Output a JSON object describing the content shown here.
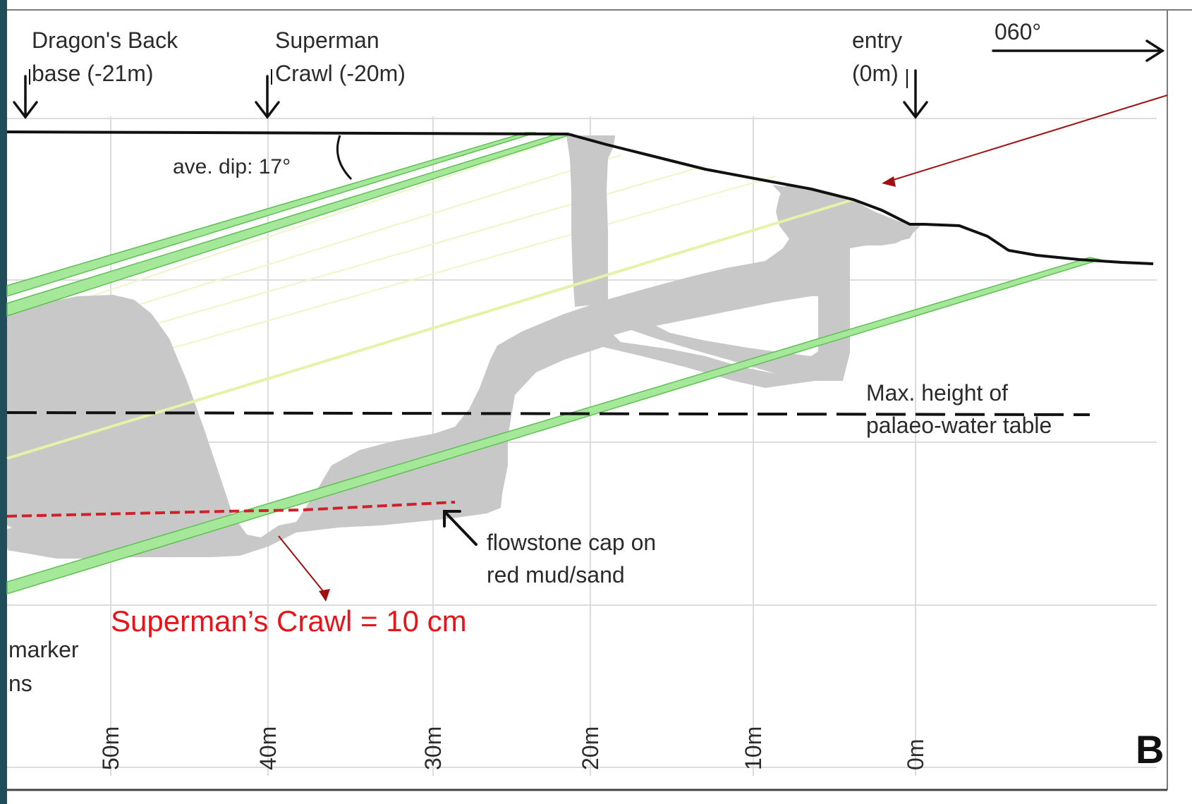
{
  "labels": {
    "dragons_back_line1": "Dragon's Back",
    "dragons_back_line2": "base (-21m)",
    "superman_line1": "Superman",
    "superman_line2": "Crawl (-20m)",
    "entry_line1": "entry",
    "entry_line2": "(0m)",
    "bearing": "060°",
    "dip": "ave. dip: 17°",
    "water_table_line1": "Max. height of",
    "water_table_line2": "palaeo-water table",
    "flowstone_line1": "flowstone cap on",
    "flowstone_line2": "red mud/sand",
    "superman_annotation": "Superman’s Crawl = 10 cm",
    "legend_fragment_line1": "marker",
    "legend_fragment_line2": "ns",
    "panel_letter": "B"
  },
  "scale": {
    "ticks": [
      "50m",
      "40m",
      "30m",
      "20m",
      "10m",
      "0m"
    ]
  },
  "colors": {
    "frame_accent": "#1f4e5a",
    "cave_fill": "#c8c8c8",
    "bed_green": "#a6e89a",
    "bed_green_edge": "#5fbf55",
    "bed_yellow": "#e6f2a8",
    "flowstone_red": "#d0202a",
    "annotation_red": "#e8141a",
    "arrow_darkred": "#a01010",
    "grid": "#dcdcdc"
  }
}
